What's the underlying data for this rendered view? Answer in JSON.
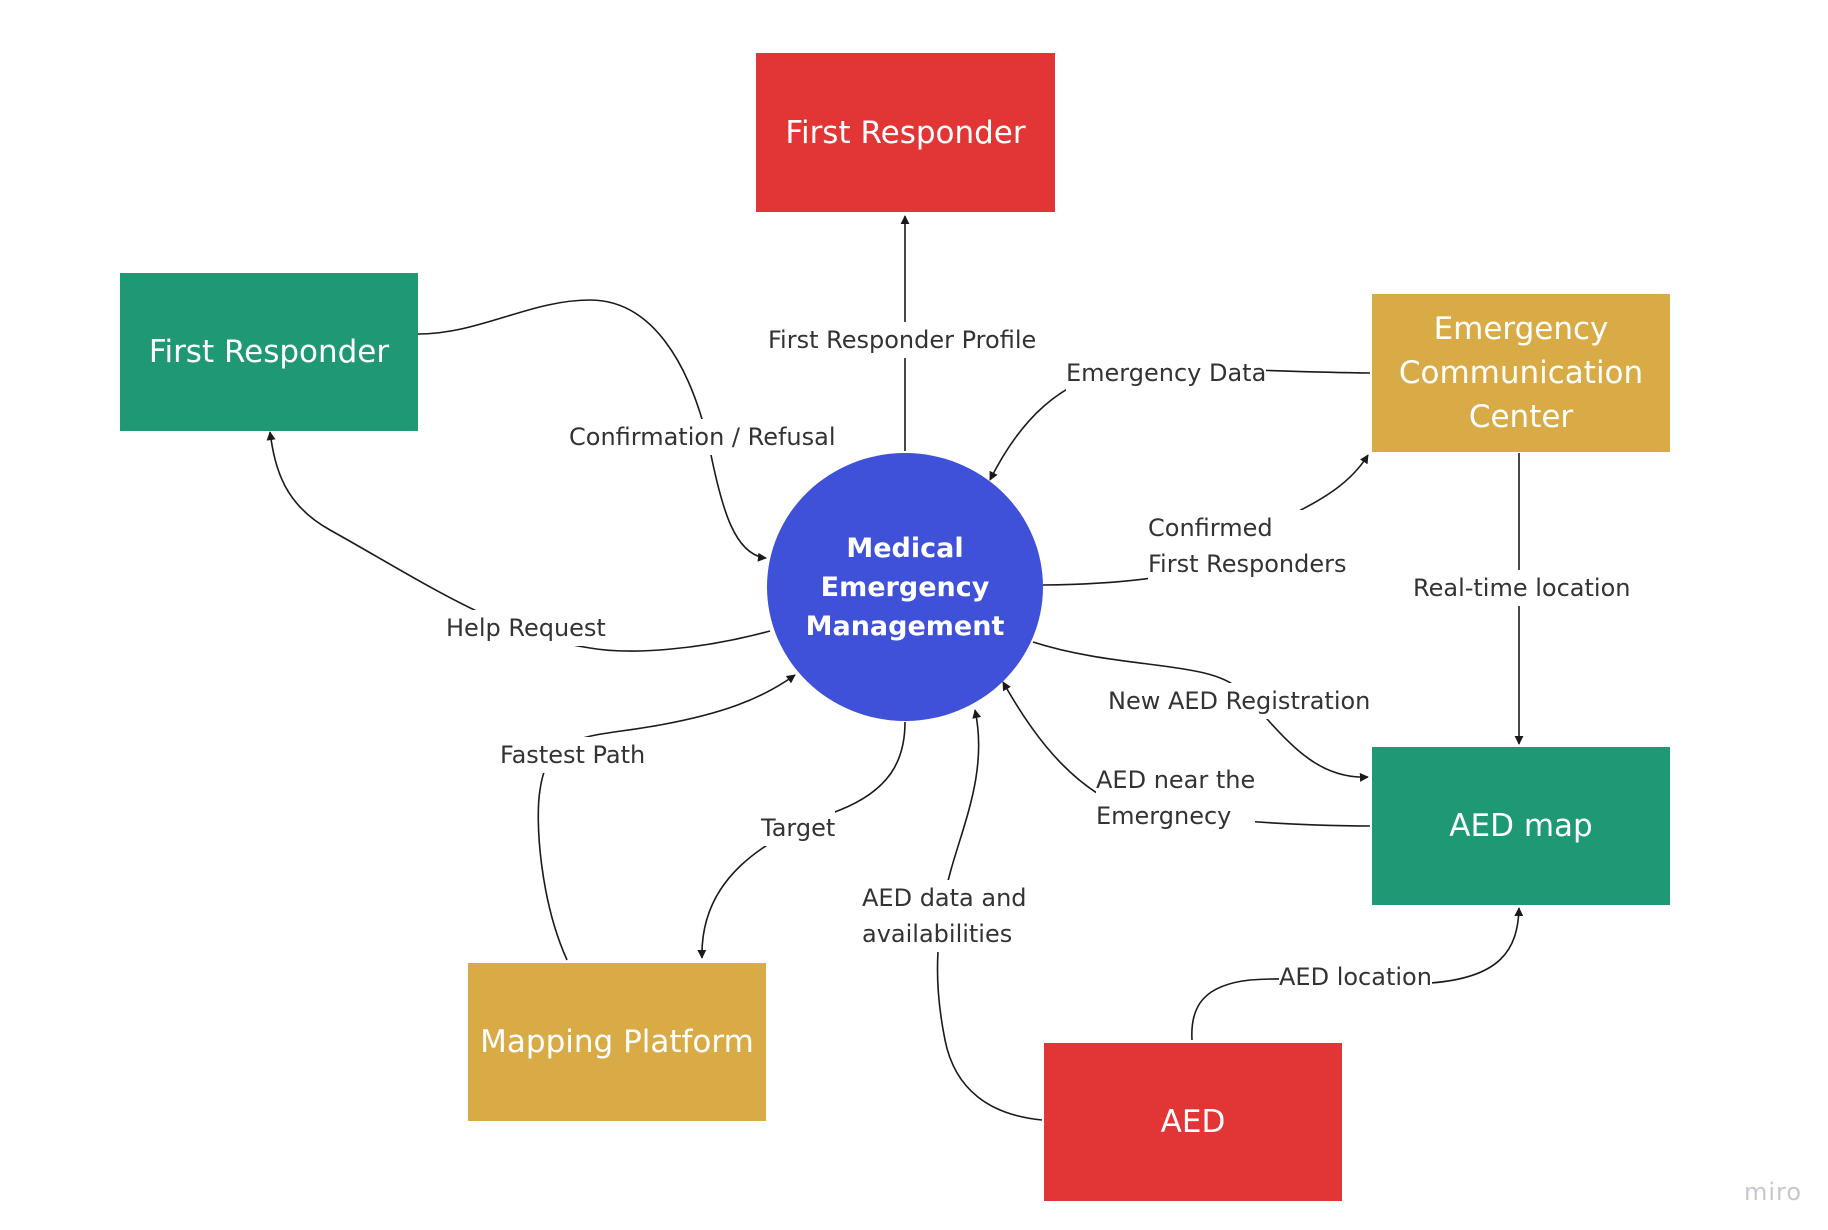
{
  "colors": {
    "red": "#e23535",
    "green": "#1f9876",
    "yellow": "#d9ab47",
    "blue": "#3f51d9",
    "edge": "#1a1a1a"
  },
  "nodes": {
    "fr_top": {
      "label": "First Responder"
    },
    "fr_left": {
      "label": "First Responder"
    },
    "ecc": {
      "label": "Emergency\nCommunication\nCenter"
    },
    "center": {
      "label": "Medical\nEmergency\nManagement"
    },
    "aed_map": {
      "label": "AED map"
    },
    "mapping": {
      "label": "Mapping Platform"
    },
    "aed": {
      "label": "AED"
    }
  },
  "edges": {
    "profile": "First Responder Profile",
    "emergency_data": "Emergency Data",
    "confirm_refusal": "Confirmation / Refusal",
    "confirmed_fr": "Confirmed\nFirst Responders",
    "realtime": "Real-time location",
    "help_request": "Help Request",
    "new_aed": "New AED Registration",
    "fastest_path": "Fastest Path",
    "aed_near": "AED near the\nEmergnecy",
    "target": "Target",
    "aed_data": "AED data and\navailabilities",
    "aed_location": "AED location"
  },
  "watermark": "miro"
}
